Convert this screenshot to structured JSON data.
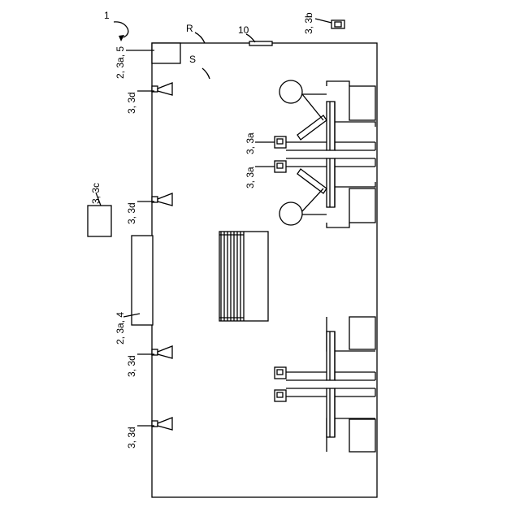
{
  "figure": {
    "ref_main": "1",
    "room": "R",
    "space": "S",
    "sensor_top": "10",
    "item_3b": "3, 3b",
    "item_3c": "3, 3c",
    "item_3a_5": "2, 3a, 5",
    "item_3a_4": "2, 3a, 4",
    "item_3d_1": "3, 3d",
    "item_3d_2": "3, 3d",
    "item_3d_3": "3, 3d",
    "item_3d_4": "3, 3d",
    "item_3a_upper": "3, 3a",
    "item_3a_lower": "3, 3a"
  }
}
